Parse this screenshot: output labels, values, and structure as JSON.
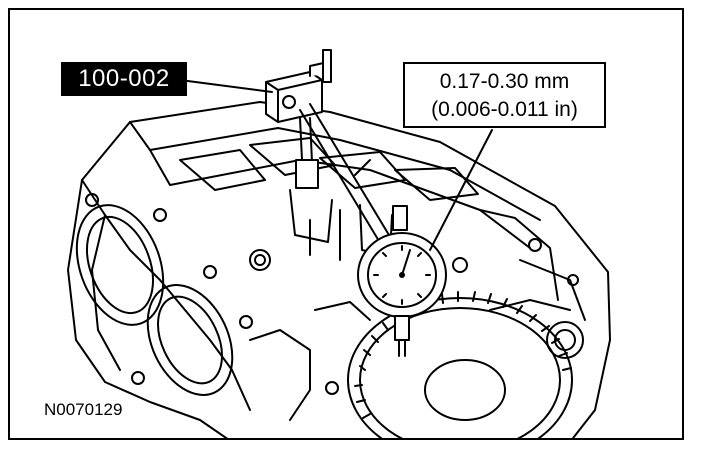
{
  "figure": {
    "tool_label": "100-002",
    "spec_metric": "0.17-0.30 mm",
    "spec_imperial": "(0.006-0.011 in)",
    "figure_id": "N0070129"
  },
  "colors": {
    "line": "#000000",
    "background": "#ffffff",
    "tag_fill": "#000000",
    "tag_text": "#ffffff"
  },
  "icons": {
    "dial_indicator": "dial-indicator-icon",
    "magnetic_base": "magnetic-base-icon",
    "engine_block": "engine-block-icon",
    "timing_gear": "timing-gear-icon"
  }
}
